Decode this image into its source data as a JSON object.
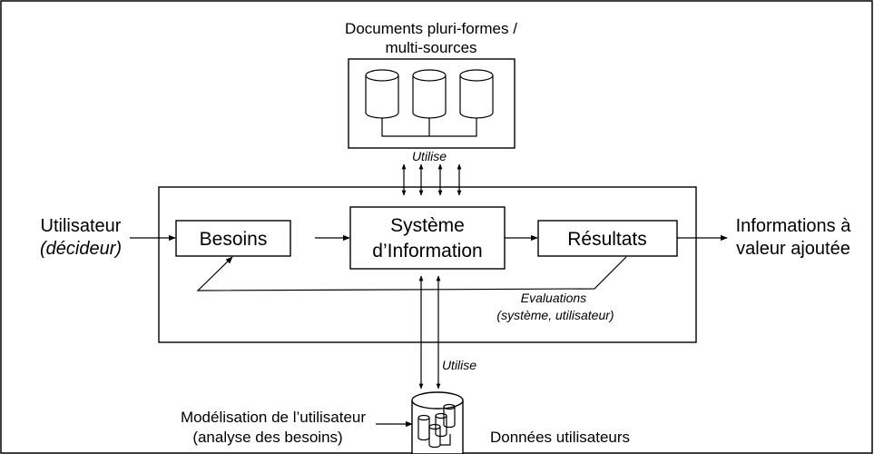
{
  "documents": {
    "title_line1": "Documents pluri-formes /",
    "title_line2": "multi-sources"
  },
  "utilise_top": "Utilise",
  "utilise_bottom": "Utilise",
  "user": {
    "line1": "Utilisateur",
    "line2": "(décideur)"
  },
  "besoins": "Besoins",
  "systeme": {
    "line1": "Système",
    "line2": "d’Information"
  },
  "resultats": "Résultats",
  "informations": {
    "line1": "Informations à",
    "line2": "valeur ajoutée"
  },
  "evaluations": {
    "line1": "Evaluations",
    "line2": "(système, utilisateur)"
  },
  "modelisation": {
    "line1": "Modélisation de l’utilisateur",
    "line2": "(analyse des besoins)"
  },
  "donnees_utilisateurs": "Données utilisateurs"
}
